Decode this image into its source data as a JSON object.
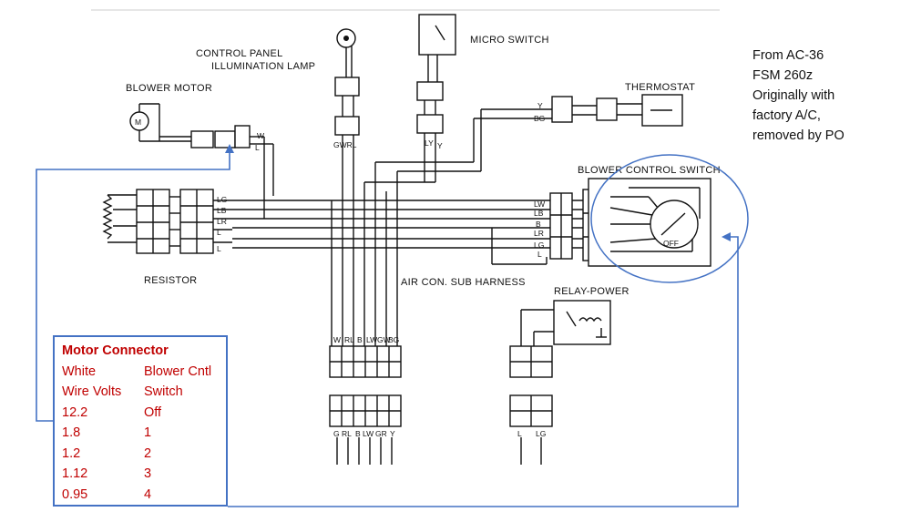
{
  "labels": {
    "control_panel_lamp_1": "CONTROL PANEL",
    "control_panel_lamp_2": "ILLUMINATION LAMP",
    "micro_switch": "MICRO SWITCH",
    "thermostat": "THERMOSTAT",
    "blower_motor": "BLOWER MOTOR",
    "blower_control_switch": "BLOWER CONTROL SWITCH",
    "resistor": "RESISTOR",
    "air_con_sub_harness": "AIR CON. SUB HARNESS",
    "relay_power": "RELAY-POWER"
  },
  "wire_labels": {
    "motor_w": "W",
    "motor_l": "L",
    "lamp_gw_rl": "GWRL",
    "micro_ly": "LY",
    "micro_y": "Y",
    "thermo_y": "Y",
    "thermo_bg": "BG",
    "resistor_wires": [
      "LG",
      "LB",
      "LR",
      "L",
      "L"
    ],
    "switch_wires": [
      "LW",
      "LB",
      "B",
      "LR",
      "LG",
      "L"
    ],
    "switch_off": "OFF",
    "harness_top": [
      "W",
      "RL",
      "B",
      "LW",
      "GW",
      "BG"
    ],
    "harness_bottom": [
      "G",
      "RL",
      "B",
      "LW",
      "GR",
      "Y"
    ],
    "relay_bottom": [
      "L",
      "LG"
    ]
  },
  "note": {
    "lines": [
      "From AC-36",
      "FSM 260z",
      "Originally with",
      "factory A/C,",
      "removed by PO"
    ]
  },
  "motor_connector": {
    "title": "Motor Connector",
    "header_1": [
      "White",
      "Blower Cntl"
    ],
    "header_2": [
      "Wire Volts",
      "Switch"
    ],
    "rows": [
      {
        "volts": "12.2",
        "switch": "Off"
      },
      {
        "volts": "1.8",
        "switch": "1"
      },
      {
        "volts": "1.2",
        "switch": "2"
      },
      {
        "volts": "1.12",
        "switch": "3"
      },
      {
        "volts": "0.95",
        "switch": "4"
      }
    ]
  },
  "colors": {
    "annotation_blue": "#4472c4",
    "annotation_red": "#c00000",
    "ink": "#111111"
  }
}
